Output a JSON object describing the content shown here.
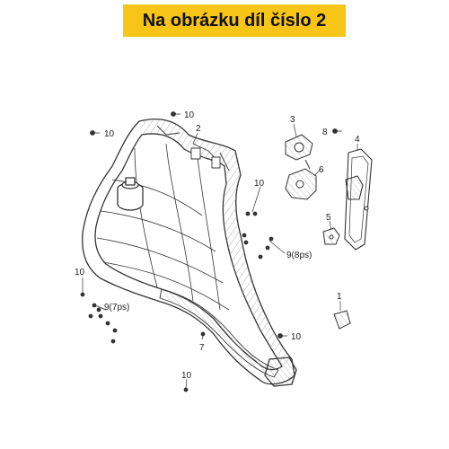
{
  "banner": {
    "text": "Na obrázku díl číslo 2"
  },
  "callouts": {
    "c10_top": "10",
    "c2": "2",
    "c10_left": "10",
    "c3": "3",
    "c8": "8",
    "c4": "4",
    "c6": "6",
    "c10_mid": "10",
    "c5": "5",
    "c9_8ps": "9(8ps)",
    "c10_lowleft": "10",
    "c1": "1",
    "c9_7ps": "9(7ps)",
    "c10_lowright": "10",
    "c7": "7",
    "c10_bottom": "10"
  },
  "colors": {
    "banner": "#f7c418",
    "line": "#333333",
    "hatch": "#8a8a8a"
  }
}
